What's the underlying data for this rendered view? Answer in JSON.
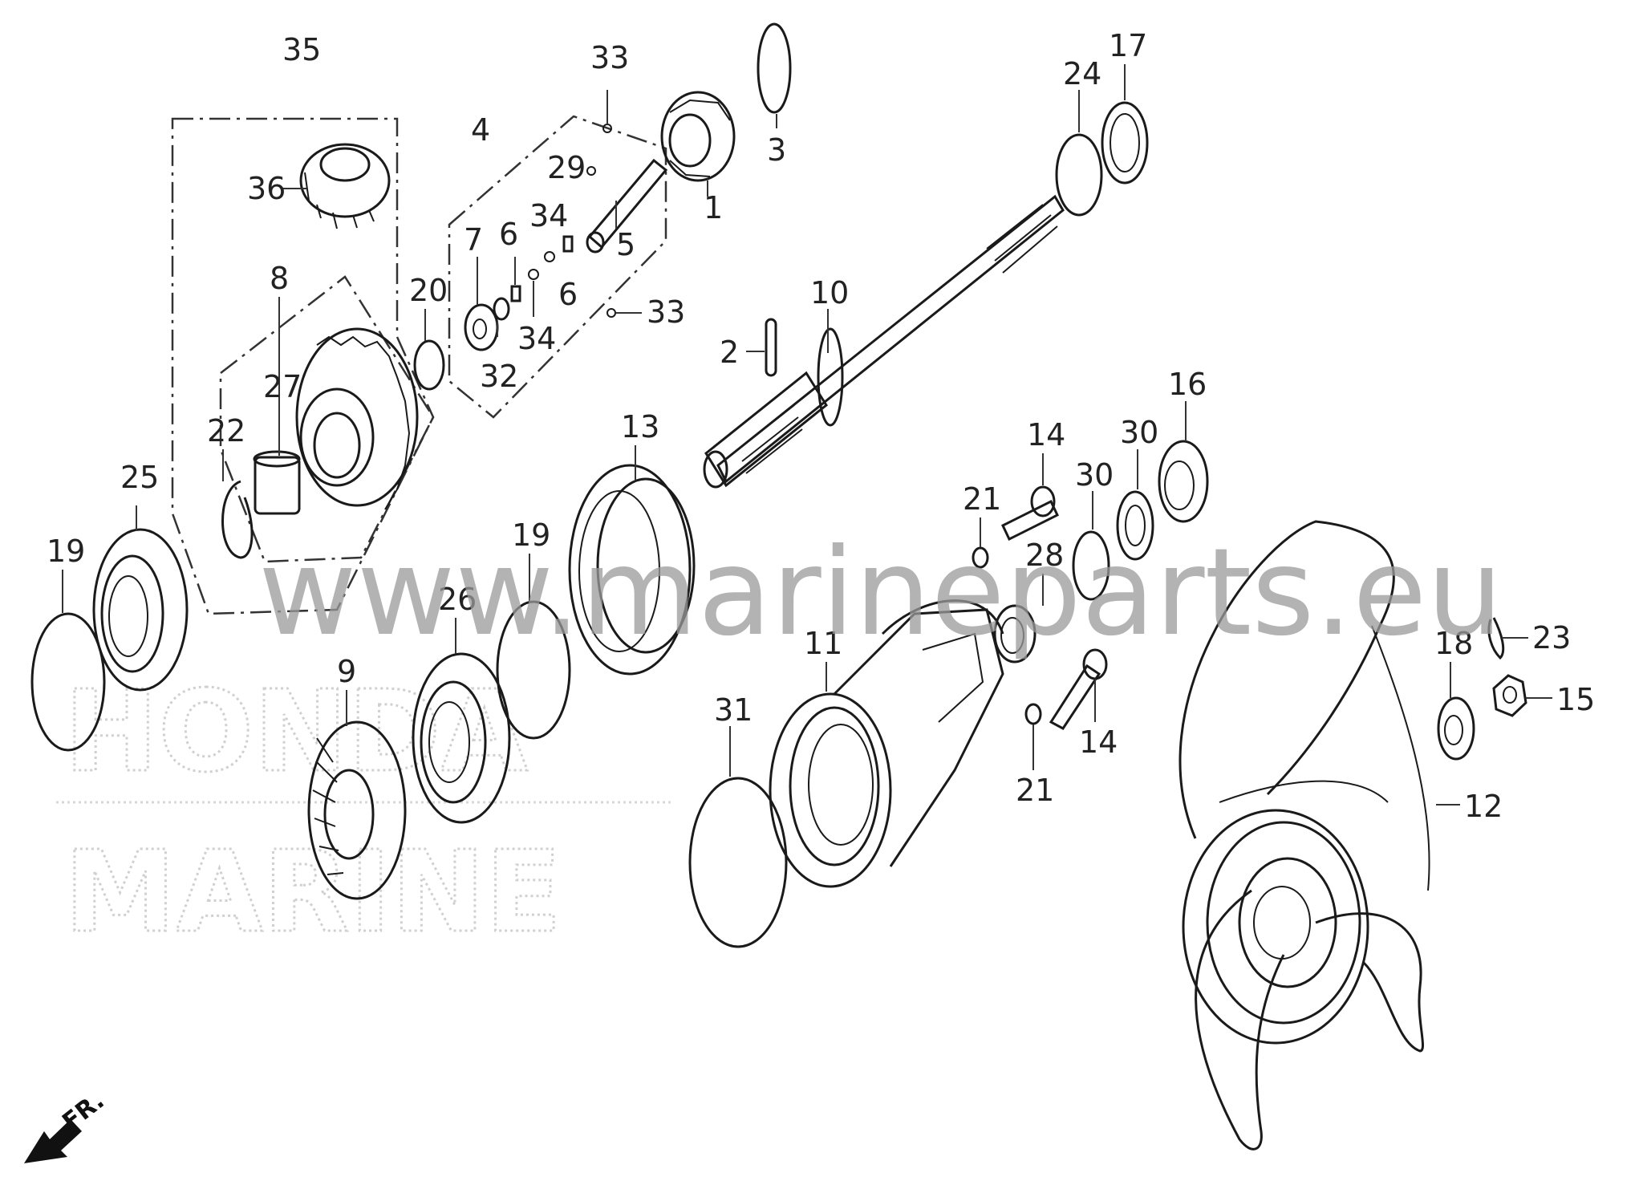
{
  "watermark": "www.marineparts.eu",
  "brand_watermark": {
    "line1": "HONDA",
    "line2": "MARINE"
  },
  "direction_label": "FR.",
  "callouts": [
    {
      "id": "c1",
      "text": "1"
    },
    {
      "id": "c2",
      "text": "2"
    },
    {
      "id": "c3",
      "text": "3"
    },
    {
      "id": "c4",
      "text": "4"
    },
    {
      "id": "c5",
      "text": "5"
    },
    {
      "id": "c6a",
      "text": "6"
    },
    {
      "id": "c6b",
      "text": "6"
    },
    {
      "id": "c7",
      "text": "7"
    },
    {
      "id": "c8",
      "text": "8"
    },
    {
      "id": "c9",
      "text": "9"
    },
    {
      "id": "c10",
      "text": "10"
    },
    {
      "id": "c11",
      "text": "11"
    },
    {
      "id": "c12",
      "text": "12"
    },
    {
      "id": "c13",
      "text": "13"
    },
    {
      "id": "c14a",
      "text": "14"
    },
    {
      "id": "c14b",
      "text": "14"
    },
    {
      "id": "c15",
      "text": "15"
    },
    {
      "id": "c16",
      "text": "16"
    },
    {
      "id": "c17",
      "text": "17"
    },
    {
      "id": "c18",
      "text": "18"
    },
    {
      "id": "c19a",
      "text": "19"
    },
    {
      "id": "c19b",
      "text": "19"
    },
    {
      "id": "c20",
      "text": "20"
    },
    {
      "id": "c21a",
      "text": "21"
    },
    {
      "id": "c21b",
      "text": "21"
    },
    {
      "id": "c22",
      "text": "22"
    },
    {
      "id": "c23",
      "text": "23"
    },
    {
      "id": "c24",
      "text": "24"
    },
    {
      "id": "c25",
      "text": "25"
    },
    {
      "id": "c26",
      "text": "26"
    },
    {
      "id": "c27",
      "text": "27"
    },
    {
      "id": "c28",
      "text": "28"
    },
    {
      "id": "c29",
      "text": "29"
    },
    {
      "id": "c30a",
      "text": "30"
    },
    {
      "id": "c30b",
      "text": "30"
    },
    {
      "id": "c31",
      "text": "31"
    },
    {
      "id": "c32",
      "text": "32"
    },
    {
      "id": "c33a",
      "text": "33"
    },
    {
      "id": "c33b",
      "text": "33"
    },
    {
      "id": "c34a",
      "text": "34"
    },
    {
      "id": "c34b",
      "text": "34"
    },
    {
      "id": "c35",
      "text": "35"
    },
    {
      "id": "c36",
      "text": "36"
    }
  ]
}
